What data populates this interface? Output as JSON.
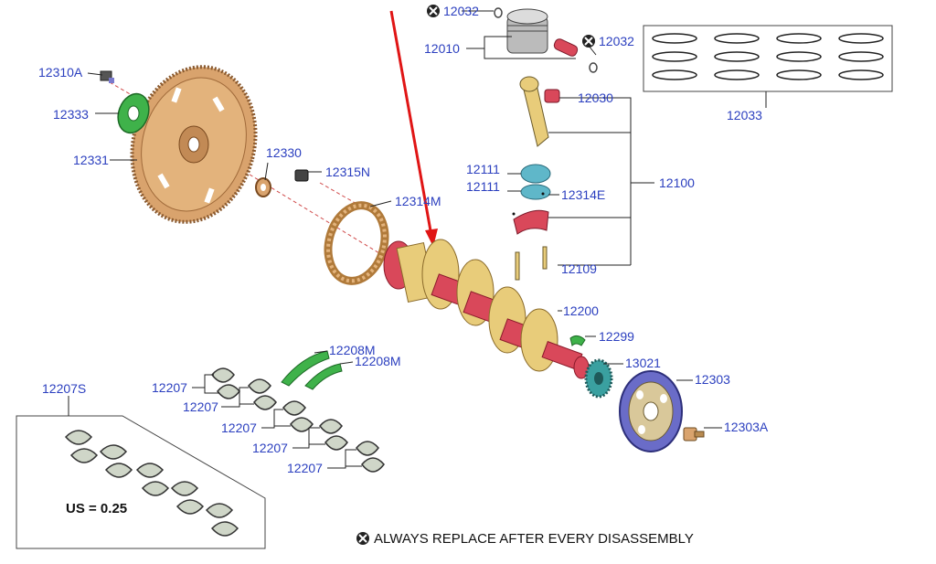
{
  "labels": {
    "p12032a": "12032",
    "p12010": "12010",
    "p12032b": "12032",
    "p12033": "12033",
    "p12310A": "12310A",
    "p12333": "12333",
    "p12331": "12331",
    "p12330": "12330",
    "p12315N": "12315N",
    "p12314M": "12314M",
    "p12030": "12030",
    "p12111a": "12111",
    "p12111b": "12111",
    "p12314E": "12314E",
    "p12100": "12100",
    "p12109": "12109",
    "p12200": "12200",
    "p12299": "12299",
    "p12208Ma": "12208M",
    "p12208Mb": "12208M",
    "p13021": "13021",
    "p12303": "12303",
    "p12303A": "12303A",
    "p12207S": "12207S",
    "p12207a": "12207",
    "p12207b": "12207",
    "p12207c": "12207",
    "p12207d": "12207",
    "p12207e": "12207"
  },
  "undersize_note": "US = 0.25",
  "footnote": "ALWAYS REPLACE AFTER EVERY DISASSEMBLY",
  "colors": {
    "label": "#2b3fbf",
    "flywheel": "#d9a36d",
    "crank_journal": "#e8cc7a",
    "crank_red": "#d9485a",
    "thrust_green": "#3fb24a",
    "damper_purple": "#6a6cc8",
    "arrow_red": "#e01515"
  }
}
